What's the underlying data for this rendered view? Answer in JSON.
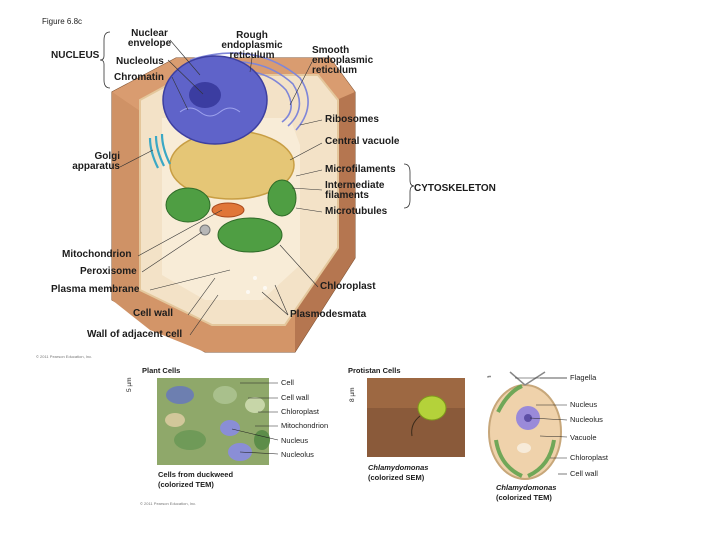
{
  "figure_label": "Figure 6.8c",
  "cell_diagram": {
    "groups": {
      "nucleus": "NUCLEUS",
      "cytoskeleton": "CYTOSKELETON"
    },
    "labels": {
      "nuclear_envelope": "Nuclear envelope",
      "nucleolus": "Nucleolus",
      "chromatin": "Chromatin",
      "rough_er": "Rough endoplasmic reticulum",
      "smooth_er": "Smooth endoplasmic reticulum",
      "ribosomes": "Ribosomes",
      "central_vacuole": "Central vacuole",
      "microfilaments": "Microfilaments",
      "intermediate_filaments": "Intermediate filaments",
      "microtubules": "Microtubules",
      "golgi": "Golgi apparatus",
      "mitochondrion": "Mitochondrion",
      "peroxisome": "Peroxisome",
      "plasma_membrane": "Plasma membrane",
      "chloroplast": "Chloroplast",
      "cell_wall": "Cell wall",
      "wall_adjacent": "Wall of adjacent cell",
      "plasmodesmata": "Plasmodesmata"
    }
  },
  "copyright_top": "© 2011 Pearson Education, Inc.",
  "plant_panel": {
    "title": "Plant Cells",
    "scale": "5 µm",
    "labels": [
      "Cell",
      "Cell wall",
      "Chloroplast",
      "Mitochondrion",
      "Nucleus",
      "Nucleolus"
    ],
    "caption_line1": "Cells from duckweed",
    "caption_line2": "(colorized TEM)"
  },
  "protist_panel": {
    "title": "Protistan Cells",
    "scale_sem": "8 µm",
    "scale_tem": "1 µm",
    "labels": [
      "Flagella",
      "Nucleus",
      "Nucleolus",
      "Vacuole",
      "Chloroplast",
      "Cell wall"
    ],
    "sem_caption_line1": "Chlamydomonas",
    "sem_caption_line2": "(colorized SEM)",
    "tem_caption_line1": "Chlamydomonas",
    "tem_caption_line2": "(colorized TEM)"
  },
  "copyright_bottom": "© 2011 Pearson Education, Inc.",
  "colors": {
    "wall": "#c98a5e",
    "wall_dark": "#a8683f",
    "nucleus": "#5f63c9",
    "vacuole": "#e5c676",
    "chloroplast": "#4f9e43",
    "cytoplasm": "#f3e2c7"
  }
}
